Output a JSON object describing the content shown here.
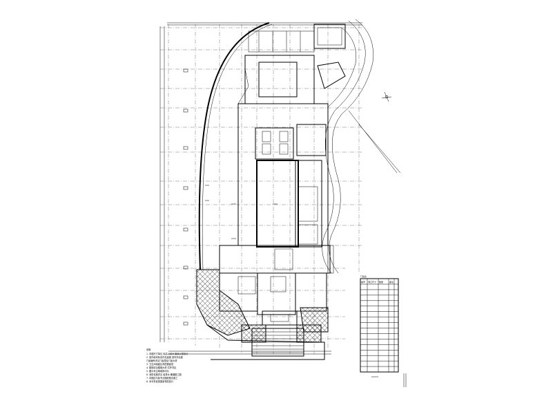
{
  "drawing": {
    "north_label": "",
    "notes_title": "说明",
    "notes": [
      "1. 本图尺寸单位 标高以米计 其余以毫米计",
      "2. 室内地坪标高详见建施 室内外高差",
      "   门窗编号详见门窗表及门窗大样",
      "3. 卫生间地面比同层楼面低",
      "4. 楼梯详见楼梯大样 栏杆详见",
      "5. 图中未注明墙厚均为",
      "6. 消防设施详见 给排水 暖通施工图",
      "7. 本图应与各专业图纸配合施工",
      "8. 未尽事宜按国家规范执行"
    ],
    "table_title": "门窗表",
    "table_headers": [
      "编号",
      "洞口尺寸",
      "数量",
      "备注"
    ],
    "table_rows": 16
  }
}
